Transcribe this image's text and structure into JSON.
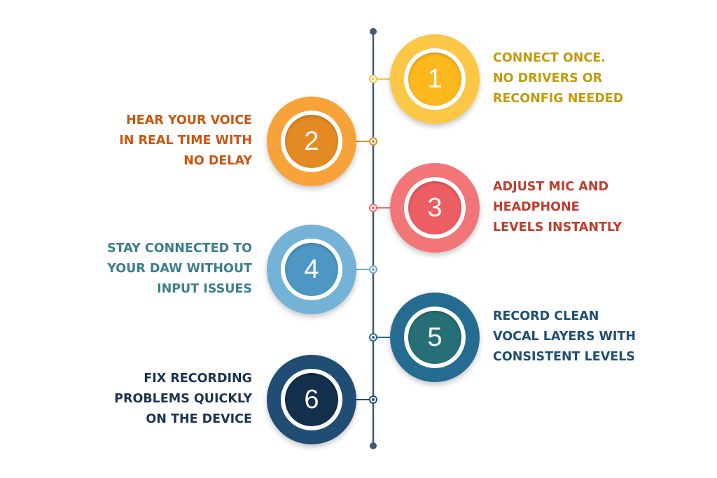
{
  "steps": [
    {
      "number": "1",
      "side": "right",
      "lines": [
        "CONNECT ONCE.",
        "NO DRIVERS OR",
        "RECONFIG NEEDED"
      ],
      "outer_color": "#fcc646",
      "inner_color": "#fdb81e",
      "text_color": "#c39a0c",
      "connector_color": "#f3c54a"
    },
    {
      "number": "2",
      "side": "left",
      "lines": [
        "HEAR YOUR VOICE",
        "IN REAL TIME WITH",
        "NO DELAY"
      ],
      "outer_color": "#f7a33a",
      "inner_color": "#e48a23",
      "text_color": "#c9560f",
      "connector_color": "#ee8e2b"
    },
    {
      "number": "3",
      "side": "right",
      "lines": [
        "ADJUST MIC AND",
        "HEADPHONE",
        "LEVELS INSTANTLY"
      ],
      "outer_color": "#f27577",
      "inner_color": "#ec5e62",
      "text_color": "#c23c2d",
      "connector_color": "#ee6b6d"
    },
    {
      "number": "4",
      "side": "left",
      "lines": [
        "STAY CONNECTED TO",
        "YOUR DAW WITHOUT",
        "INPUT ISSUES"
      ],
      "outer_color": "#74b2d6",
      "inner_color": "#4e97c4",
      "text_color": "#3a7e8f",
      "connector_color": "#6aaad0"
    },
    {
      "number": "5",
      "side": "right",
      "lines": [
        "RECORD CLEAN",
        "VOCAL LAYERS WITH",
        "CONSISTENT LEVELS"
      ],
      "outer_color": "#266c92",
      "inner_color": "#276f76",
      "text_color": "#1e4f73",
      "connector_color": "#2a6b8c"
    },
    {
      "number": "6",
      "side": "left",
      "lines": [
        "FIX RECORDING",
        "PROBLEMS QUICKLY",
        "ON THE DEVICE"
      ],
      "outer_color": "#1f4d73",
      "inner_color": "#132f4c",
      "text_color": "#1c3350",
      "connector_color": "#27506f"
    }
  ],
  "spine_color": "#3d5a73"
}
